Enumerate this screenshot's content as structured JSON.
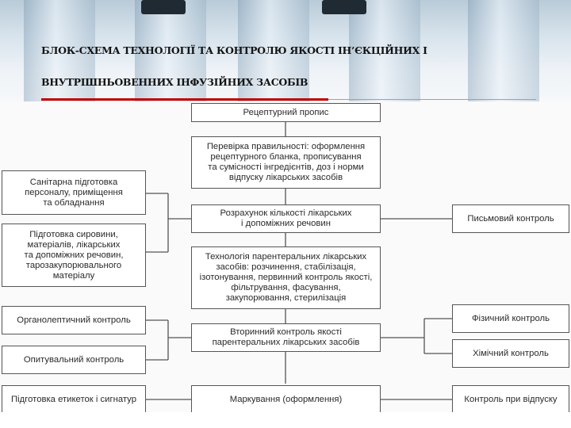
{
  "title": {
    "line1": "БЛОК-СХЕМА ТЕХНОЛОГІЇ ТА КОНТРОЛЮ ЯКОСТІ ІН’ЄКЦІЙНИХ І",
    "line2": "ВНУТРІШНЬОВЕННИХ ІНФУЗІЙНИХ ЗАСОБІВ"
  },
  "center": [
    "Рецептурний пропис",
    "Перевірка правильності: оформлення\nрецептурного бланка, прописування\nта сумісності інгредієнтів, доз і норми\nвідпуску лікарських засобів",
    "Розрахунок кількості лікарських\nі допоміжних речовин",
    "Технологія парентеральних лікарських\nзасобів: розчинення, стабілізація,\nізотонування, первинний контроль якості,\nфільтрування, фасування,\nзакупорювання, стерилізація",
    "Вторинний контроль якості\nпарентеральних лікарських засобів",
    "Маркування (оформлення)"
  ],
  "left": [
    "Санітарна підготовка\nперсоналу, приміщення\nта обладнання",
    "Підготовка сировини,\nматеріалів, лікарських\nта допоміжних речовин,\nтарозакупорювального\nматеріалу",
    "Органолептичний контроль",
    "Опитувальний контроль",
    "Підготовка етикеток і сигнатур"
  ],
  "right": [
    "Письмовий контроль",
    "Фізичний контроль",
    "Хімічний контроль",
    "Контроль при відпуску"
  ]
}
